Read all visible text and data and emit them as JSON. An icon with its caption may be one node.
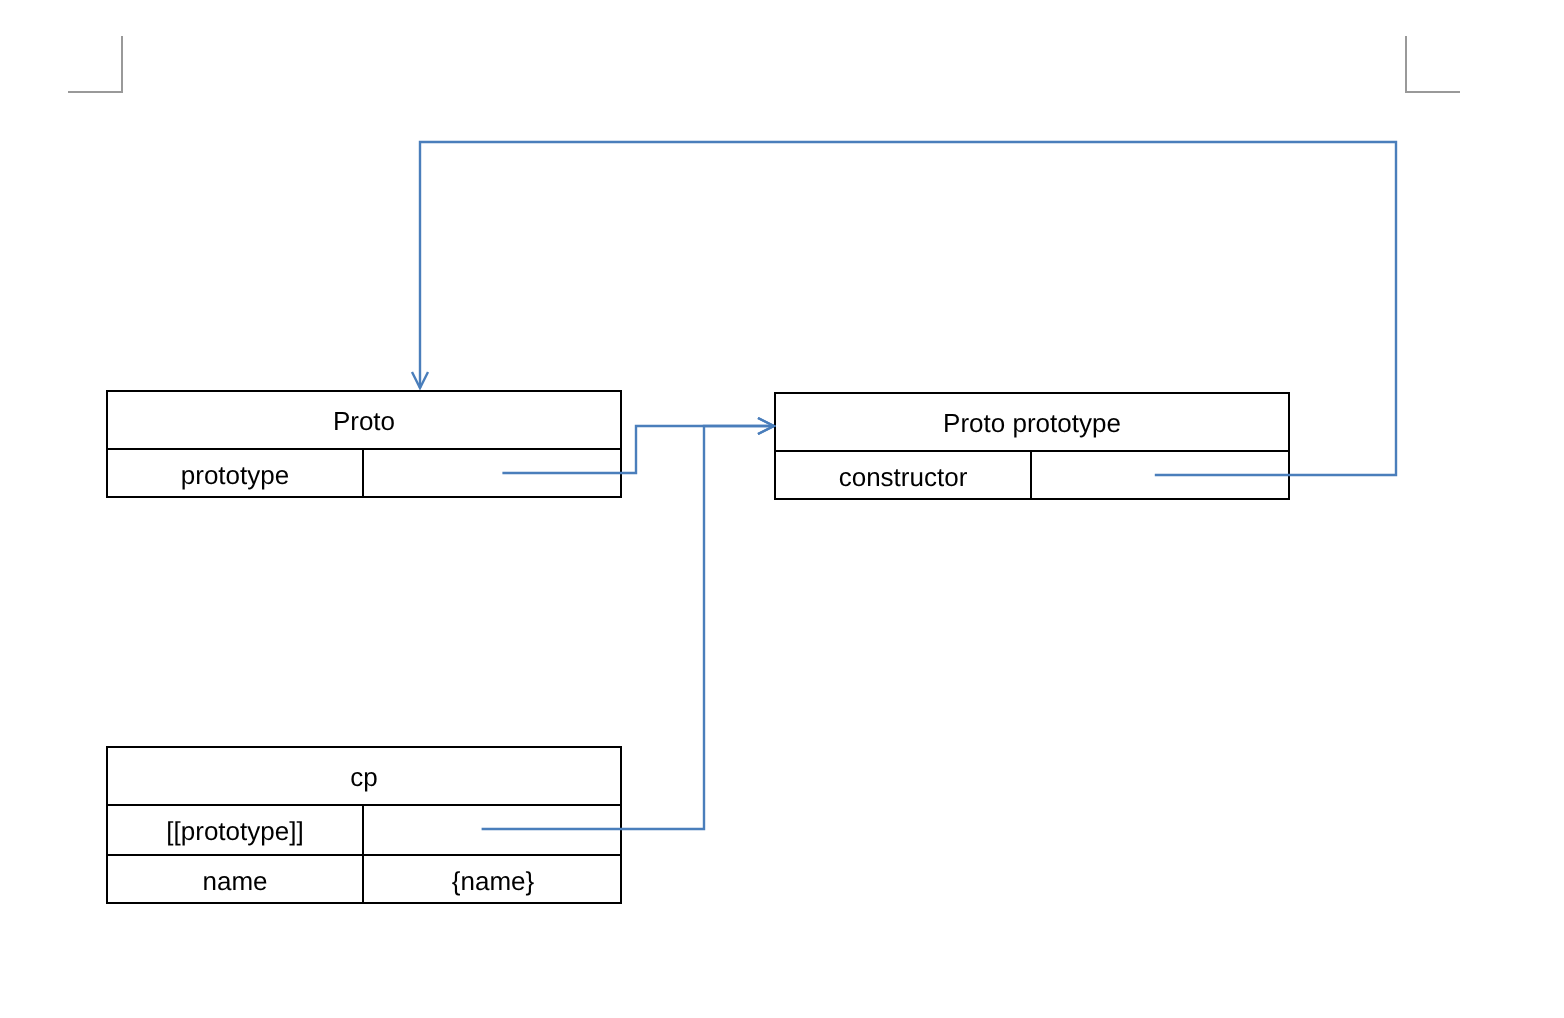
{
  "diagram": {
    "nodes": [
      {
        "text": [
          "Proto"
        ]
      },
      {
        "text": [
          "prototype"
        ],
        "in": 0
      },
      {
        "text": [],
        "shape": "box",
        "in": 0
      },
      {
        "text": [
          "Proto prototype"
        ]
      },
      {
        "text": [
          "constructor"
        ],
        "in": 3
      },
      {
        "text": [],
        "shape": "box",
        "in": 3
      },
      {
        "text": [
          "cp"
        ]
      },
      {
        "text": [
          "[[prototype]]"
        ],
        "in": 6
      },
      {
        "text": [],
        "shape": "box",
        "in": 6
      },
      {
        "text": [
          "name"
        ],
        "in": 6
      },
      {
        "text": [
          "{name}"
        ],
        "in": 6
      }
    ],
    "edges": [
      {
        "from": 2,
        "to": 3,
        "arrow": "to"
      },
      {
        "from": 8,
        "to": 3,
        "arrow": "to"
      },
      {
        "from": 5,
        "to": 0,
        "arrow": "to"
      }
    ]
  }
}
